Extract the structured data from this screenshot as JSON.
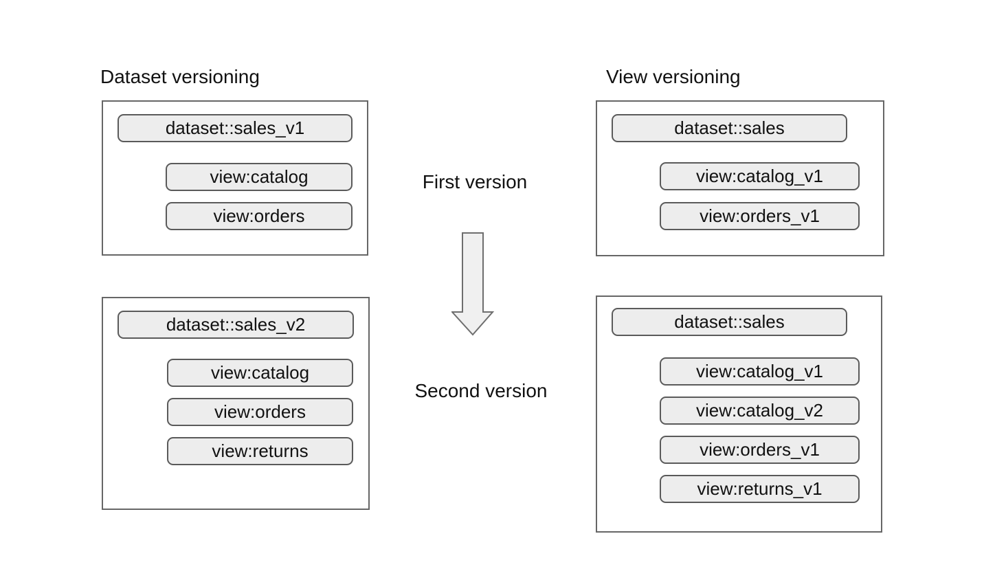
{
  "colors": {
    "pill_background": "#ededed",
    "pill_border": "#5a5a5a",
    "box_border": "#666666",
    "arrow_fill": "#f0f0f0",
    "arrow_stroke": "#6e6e6e",
    "text": "#111111",
    "background": "#ffffff"
  },
  "left_panel": {
    "heading": "Dataset versioning",
    "first_box": {
      "dataset": "dataset::sales_v1",
      "views": [
        "view:catalog",
        "view:orders"
      ]
    },
    "second_box": {
      "dataset": "dataset::sales_v2",
      "views": [
        "view:catalog",
        "view:orders",
        "view:returns"
      ]
    }
  },
  "right_panel": {
    "heading": "View versioning",
    "first_box": {
      "dataset": "dataset::sales",
      "views": [
        "view:catalog_v1",
        "view:orders_v1"
      ]
    },
    "second_box": {
      "dataset": "dataset::sales",
      "views": [
        "view:catalog_v1",
        "view:catalog_v2",
        "view:orders_v1",
        "view:returns_v1"
      ]
    }
  },
  "center": {
    "first_label": "First version",
    "second_label": "Second version",
    "arrow_icon": "down-arrow-icon"
  }
}
